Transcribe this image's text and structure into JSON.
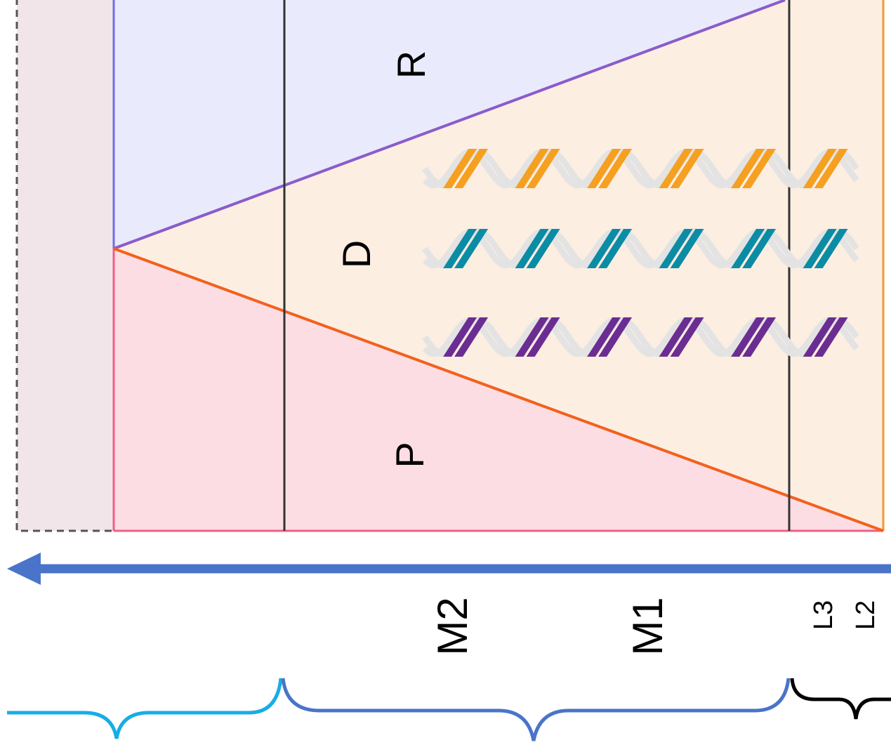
{
  "regions": {
    "r_label": "R",
    "d_label": "D",
    "p_label": "P"
  },
  "stages": {
    "m2": "M2",
    "m1": "M1",
    "l3": "L3",
    "l2": "L2"
  },
  "colors": {
    "r_fill": "#e9eafc",
    "d_fill": "#fdeee2",
    "p_fill": "#fcdde4",
    "left_fill": "#f2e5ea",
    "r_line": "#8a5cc9",
    "p_line": "#f2611d",
    "blue_edge": "#6d6de8",
    "pink_edge": "#ee5f85",
    "orange_edge": "#f0993a",
    "arrow": "#4a74c9",
    "brace_light": "#17ade6",
    "brace_dark": "#4a74c9",
    "helix_orange": "#f5a020",
    "helix_teal": "#0b8ca5",
    "helix_purple": "#6b2d91",
    "helix_back": "#e3e3e3"
  },
  "helices": [
    {
      "name": "helix-orange",
      "color_key": "helix_orange"
    },
    {
      "name": "helix-teal",
      "color_key": "helix_teal"
    },
    {
      "name": "helix-purple",
      "color_key": "helix_purple"
    }
  ]
}
